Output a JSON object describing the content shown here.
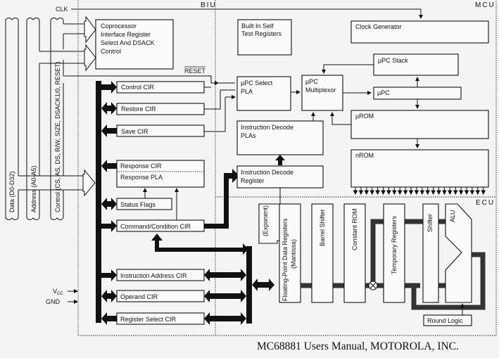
{
  "figure": {
    "caption": "MC68881 Users Manual, MOTOROLA, INC.",
    "regions": {
      "biu": "BIU",
      "mcu": "MCU",
      "ecu": "ECU"
    },
    "signals": {
      "clk": "CLK",
      "reset": "RESET",
      "vcc": "V",
      "vcc_sub": "CC",
      "gnd": "GND"
    },
    "external_buses": [
      {
        "id": "data",
        "label": "Data (D0-D32)"
      },
      {
        "id": "address",
        "label": "Address (A0-A5)"
      },
      {
        "id": "control",
        "label": "Control (CS, AS, DS, R/W, SIZE, DSACK1/0, RESET)"
      }
    ],
    "biu_blocks": {
      "coprocessor_interface": [
        "Coprocessor",
        "Interface Register",
        "Select And DSACK",
        "Control"
      ],
      "control_cir": "Control CIR",
      "restore_cir": "Restore CIR",
      "save_cir": "Save CIR",
      "response_cir": "Response CIR",
      "response_pla": "Response PLA",
      "status_flags": "Status Flags",
      "command_condition_cir": "Command/Condition CIR",
      "instruction_address_cir": "Instruction Address CIR",
      "operand_cir": "Operand CIR",
      "register_select_cir": "Register Select CIR"
    },
    "mcu_blocks": {
      "bist": [
        "Built In Self",
        "Test Registers"
      ],
      "clock_generator": "Clock Generator",
      "upc_stack": "µPC Stack",
      "upc_select_pla": [
        "µPC Select",
        "PLA"
      ],
      "upc_multiplexor": [
        "µPC",
        "Multiplexor"
      ],
      "upc": "µPC",
      "urom": "µROM",
      "nrom": "nROM",
      "instruction_decode_plas": [
        "Instruction Decode",
        "PLAs"
      ],
      "instruction_decode_register": [
        "Instruction Decode",
        "Register"
      ]
    },
    "ecu_blocks": {
      "exponent": "(Exponent)",
      "fp_data_registers": [
        "Floating-Point Data Registers",
        "(Mantissa)"
      ],
      "barrel_shifter": "Barrel Shifter",
      "constant_rom": "Constant ROM",
      "temporary_registers": "Temporary Registers",
      "shifter": "Shifter",
      "alu": "ALU",
      "round_logic": "Round Logic"
    }
  }
}
